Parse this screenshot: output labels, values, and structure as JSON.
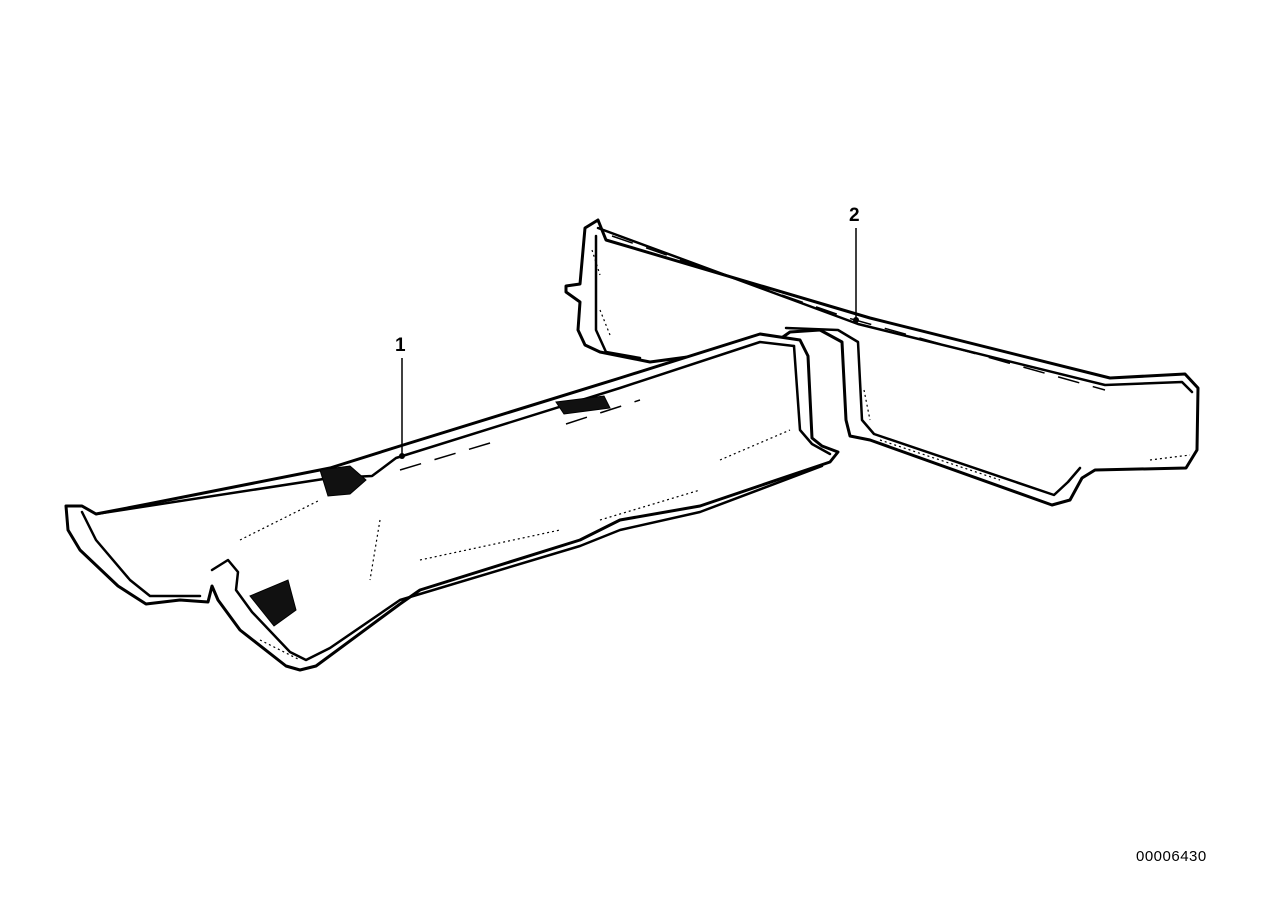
{
  "diagram": {
    "callouts": [
      {
        "label": "1",
        "part": "front-floor-trim"
      },
      {
        "label": "2",
        "part": "rear-floor-trim"
      }
    ],
    "diagram_number": "00006430"
  },
  "colors": {
    "background": "#ffffff",
    "line": "#000000"
  }
}
